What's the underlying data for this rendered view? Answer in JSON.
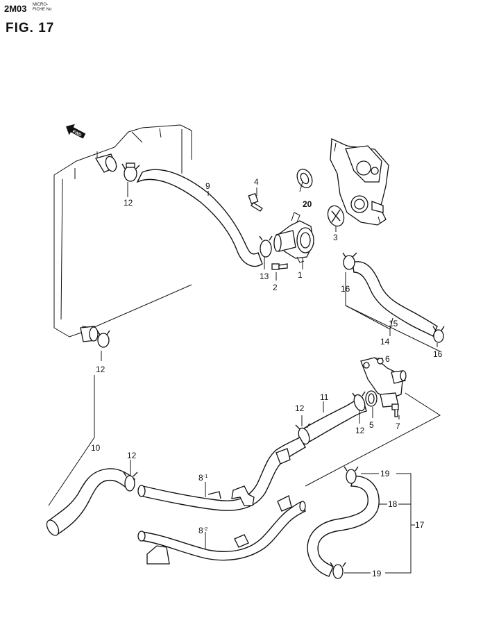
{
  "header": {
    "code": "2M03",
    "microfiche_line1": "MICRO-",
    "microfiche_line2": "FICHE No",
    "figure": "FIG.  17"
  },
  "direction_arrow": "FWD",
  "callouts": [
    "1",
    "2",
    "3",
    "4",
    "5",
    "6",
    "7",
    "8",
    "9",
    "10",
    "11",
    "12",
    "13",
    "14",
    "15",
    "16",
    "17",
    "18",
    "19",
    "20"
  ],
  "sub_callouts": {
    "hose_8_1": {
      "base": "8",
      "suffix": "-1"
    },
    "hose_8_2": {
      "base": "8",
      "suffix": "-2"
    }
  }
}
